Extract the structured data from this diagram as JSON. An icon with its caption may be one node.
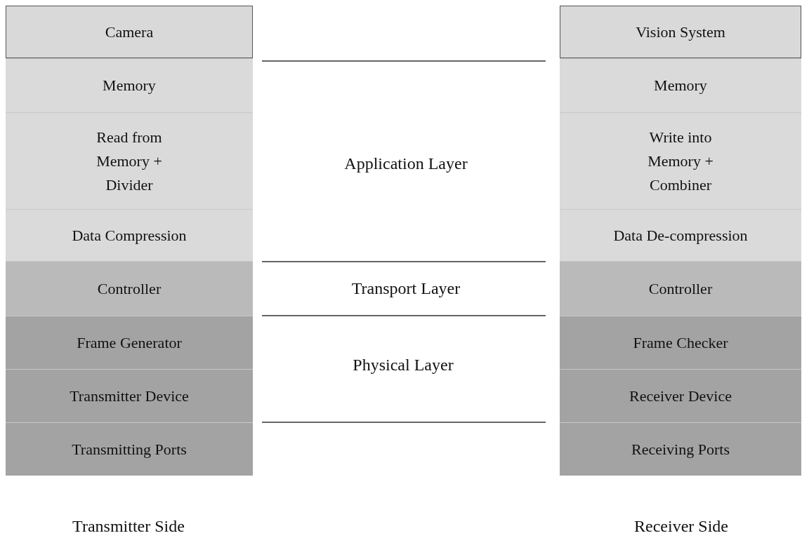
{
  "diagram": {
    "nodes": [
      {
        "text": [
          "Camera"
        ]
      },
      {
        "text": [
          "Memory"
        ]
      },
      {
        "text": [
          "Read from Memory + Divider"
        ]
      },
      {
        "text": [
          "Data Compression"
        ]
      },
      {
        "text": [
          "Controller"
        ]
      },
      {
        "text": [
          "Frame Generator"
        ]
      },
      {
        "text": [
          "Transmitter Device"
        ]
      },
      {
        "text": [
          "Transmitting Ports"
        ]
      },
      {
        "text": [
          "Vision System"
        ]
      },
      {
        "text": [
          "Memory"
        ]
      },
      {
        "text": [
          "Write into Memory + Combiner"
        ]
      },
      {
        "text": [
          "Data De-compression"
        ]
      },
      {
        "text": [
          "Controller"
        ]
      },
      {
        "text": [
          "Frame Checker"
        ]
      },
      {
        "text": [
          "Receiver Device"
        ]
      },
      {
        "text": [
          "Receiving Ports"
        ]
      }
    ],
    "edges": [],
    "labels": [
      "Application Layer",
      "Transport Layer",
      "Physical Layer",
      "Transmitter Side",
      "Receiver Side"
    ]
  }
}
